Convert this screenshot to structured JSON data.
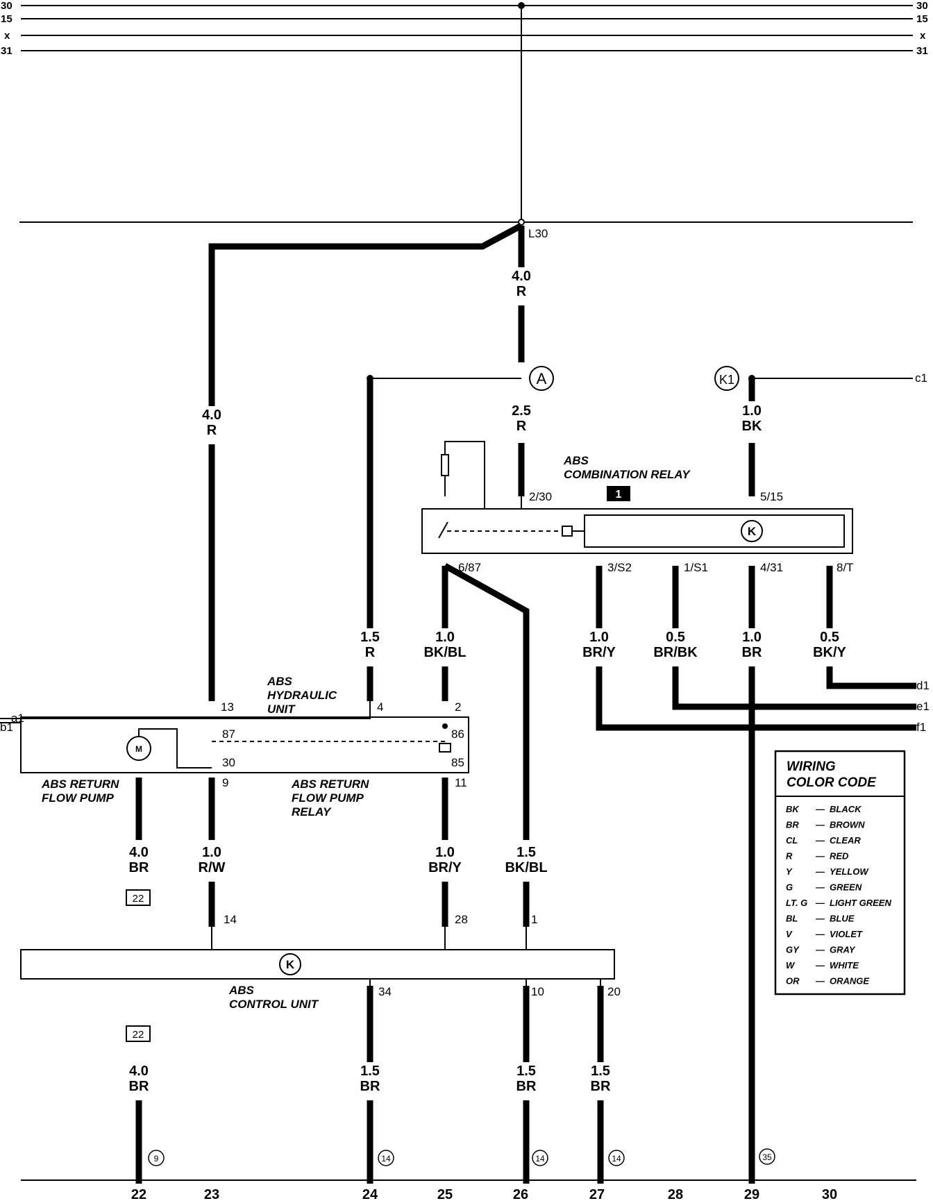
{
  "rails": {
    "left": [
      "30",
      "15",
      "x",
      "31"
    ],
    "right": [
      "30",
      "15",
      "x",
      "31"
    ]
  },
  "bus_label": "L30",
  "wires": {
    "w_l30_top": [
      "4.0",
      "R"
    ],
    "w_a": [
      "2.5",
      "R"
    ],
    "w_k1": [
      "1.0",
      "BK"
    ],
    "w_left_vertical": [
      "4.0",
      "R"
    ],
    "w_15r": [
      "1.5",
      "R"
    ],
    "w_6_87": [
      "1.0",
      "BK/BL"
    ],
    "w_3s2": [
      "1.0",
      "BR/Y"
    ],
    "w_1s1": [
      "0.5",
      "BR/BK"
    ],
    "w_4_31": [
      "1.0",
      "BR"
    ],
    "w_8t": [
      "0.5",
      "BK/Y"
    ],
    "w_pump_ground": [
      "4.0",
      "BR"
    ],
    "w_9_14": [
      "1.0",
      "R/W"
    ],
    "w_11_28": [
      "1.0",
      "BR/Y"
    ],
    "w_bkbl_1": [
      "1.5",
      "BK/BL"
    ],
    "w_gnd22": [
      "4.0",
      "BR"
    ],
    "w_34": [
      "1.5",
      "BR"
    ],
    "w_10": [
      "1.5",
      "BR"
    ],
    "w_20": [
      "1.5",
      "BR"
    ]
  },
  "connectors": {
    "a_circle": "A",
    "k1_circle": "K1",
    "c1": "c1",
    "d1": "d1",
    "e1": "e1",
    "f1": "f1",
    "a1": "a1",
    "b1": "b1"
  },
  "pins": {
    "relay_2_30": "2/30",
    "relay_5_15": "5/15",
    "relay_6_87": "6/87",
    "relay_3_s2": "3/S2",
    "relay_1_s1": "1/S1",
    "relay_4_31": "4/31",
    "relay_8_t": "8/T",
    "hyd_13": "13",
    "hyd_4": "4",
    "hyd_2": "2",
    "hyd_87": "87",
    "hyd_30": "30",
    "hyd_86": "86",
    "hyd_85": "85",
    "hyd_9": "9",
    "hyd_11": "11",
    "cu_14": "14",
    "cu_28": "28",
    "cu_1": "1",
    "cu_34": "34",
    "cu_10": "10",
    "cu_20": "20"
  },
  "components": {
    "combination_relay": [
      "ABS",
      "COMBINATION RELAY"
    ],
    "combination_relay_badge": "1",
    "hydraulic_unit": [
      "ABS",
      "HYDRAULIC",
      "UNIT"
    ],
    "return_pump": [
      "ABS RETURN",
      "FLOW PUMP"
    ],
    "return_pump_relay": [
      "ABS RETURN",
      "FLOW PUMP",
      "RELAY"
    ],
    "control_unit": [
      "ABS",
      "CONTROL UNIT"
    ]
  },
  "refs": {
    "box_22_a": "22",
    "box_22_b": "22",
    "ground_9": "9",
    "ground_14_a": "14",
    "ground_14_b": "14",
    "ground_14_c": "14",
    "ground_35": "35"
  },
  "legend": {
    "title_line1": "WIRING",
    "title_line2": "COLOR CODE",
    "entries": [
      [
        "BK",
        "BLACK"
      ],
      [
        "BR",
        "BROWN"
      ],
      [
        "CL",
        "CLEAR"
      ],
      [
        "R",
        "RED"
      ],
      [
        "Y",
        "YELLOW"
      ],
      [
        "G",
        "GREEN"
      ],
      [
        "LT. G",
        "LIGHT GREEN"
      ],
      [
        "BL",
        "BLUE"
      ],
      [
        "V",
        "VIOLET"
      ],
      [
        "GY",
        "GRAY"
      ],
      [
        "W",
        "WHITE"
      ],
      [
        "OR",
        "ORANGE"
      ]
    ]
  },
  "bottom_numbers": [
    "22",
    "23",
    "24",
    "25",
    "26",
    "27",
    "28",
    "29",
    "30"
  ]
}
